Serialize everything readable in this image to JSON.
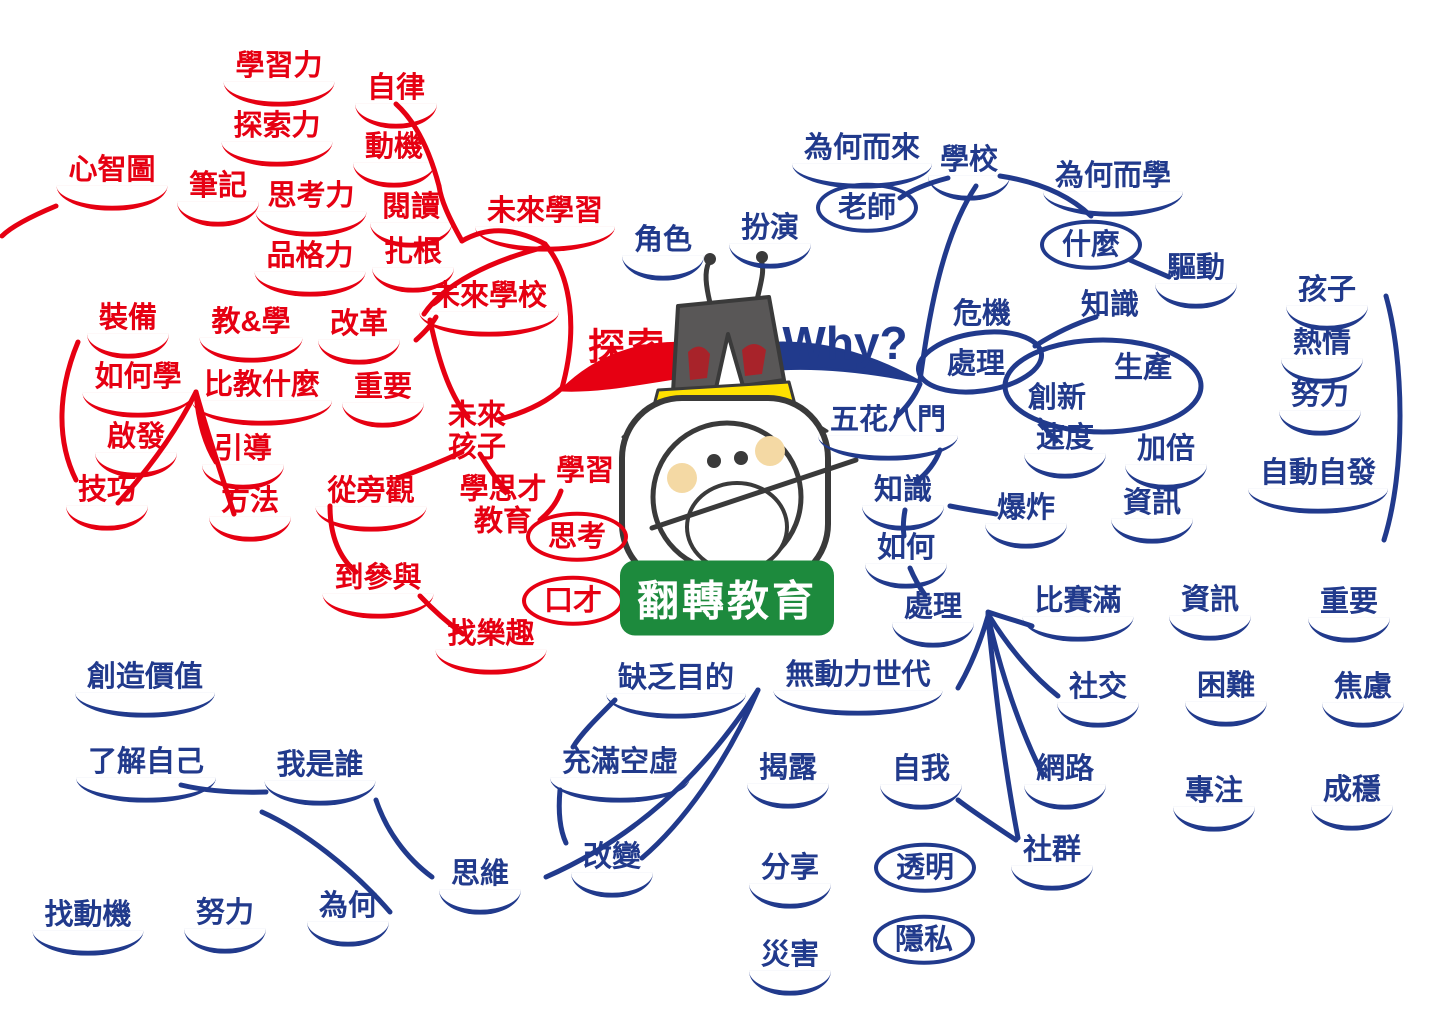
{
  "colors": {
    "red": "#e60012",
    "blue": "#213a8c",
    "green": "#1d8a3d",
    "yellow": "#ffe100",
    "gray": "#595757",
    "dark": "#3a3a3a",
    "blush": "#f4d9a4"
  },
  "title": "翻轉教育",
  "red": {
    "main": "探索",
    "learn_power": "學習力",
    "self_discipline": "自律",
    "explore_power": "探索力",
    "motivation": "動機",
    "mind_map": "心智圖",
    "notes": "筆記",
    "think_power": "思考力",
    "reading": "閱讀",
    "character_power": "品格力",
    "take_root": "扎根",
    "future_learning": "未來學習",
    "future_school": "未來學校",
    "equip": "裝備",
    "teach_and_learn": "教&學",
    "reform": "改革",
    "how_to_learn": "如何學",
    "than_teach_what": "比教什麼",
    "important": "重要",
    "future_kids": "未來\n孩子",
    "inspire": "啟發",
    "guide": "引導",
    "skill": "技巧",
    "method": "方法",
    "from_watching": "從旁觀",
    "learn_think_talent_edu": "學思才\n教育",
    "learning": "學習",
    "thinking": "思考",
    "eloquence": "口才",
    "to_participate": "到參與",
    "find_fun": "找樂趣"
  },
  "blue": {
    "main": "Why?",
    "why_come": "為何而來",
    "school": "學校",
    "teacher": "老師",
    "role": "角色",
    "play": "扮演",
    "why_learn": "為何而學",
    "what": "什麼",
    "drive": "驅動",
    "kids": "孩子",
    "passion": "熱情",
    "effort": "努力",
    "crisis": "危機",
    "handle": "處理",
    "knowledge": "知識",
    "produce": "生產",
    "innovate": "創新",
    "speed": "速度",
    "double": "加倍",
    "self_motivated": "自動自發",
    "variety": "五花八門",
    "knowledge2": "知識",
    "explosion": "爆炸",
    "information": "資訊",
    "how": "如何",
    "handle2": "處理",
    "contest_full": "比賽滿",
    "information2": "資訊",
    "important2": "重要",
    "social": "社交",
    "difficult": "困難",
    "anxiety": "焦慮",
    "internet": "網路",
    "focus": "專注",
    "steady": "成穩",
    "community": "社群",
    "disclose": "揭露",
    "self": "自我",
    "share": "分享",
    "transparent": "透明",
    "disaster": "災害",
    "privacy": "隱私",
    "lack_purpose": "缺乏目的",
    "no_motivation_gen": "無動力世代",
    "emptiness": "充滿空虛",
    "change": "改變",
    "mindset": "思維",
    "who_am_i": "我是誰",
    "know_myself": "了解自己",
    "create_value": "創造價值",
    "find_motivation": "找動機",
    "effort2": "努力",
    "why_q": "為何"
  }
}
